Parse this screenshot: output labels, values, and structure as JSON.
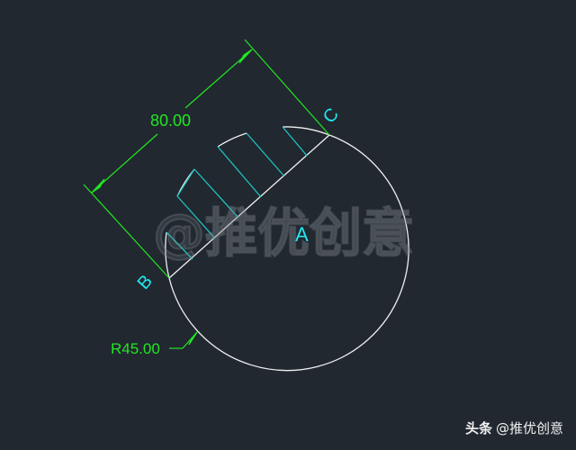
{
  "drawing": {
    "background": "#212830",
    "colors": {
      "geometry": "#f0f0f0",
      "hatch": "#1fc2c2",
      "dimension": "#22e622",
      "label": "#22e6f0"
    },
    "labels": {
      "point_a": "A",
      "point_b": "B",
      "point_c": "C"
    },
    "dimensions": {
      "linear": "80.00",
      "radius": "R45.00"
    }
  },
  "watermark": {
    "text": "@推优创意"
  },
  "credit": {
    "platform": "头条",
    "handle": "@推优创意"
  }
}
